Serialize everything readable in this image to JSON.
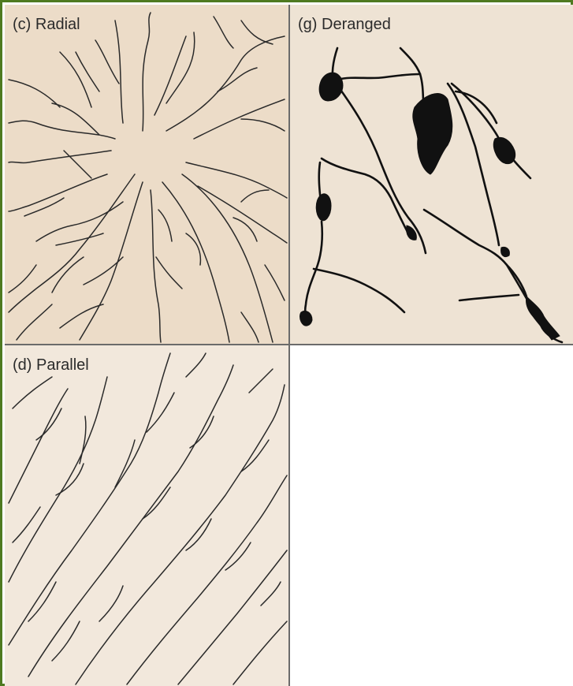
{
  "panels": {
    "radial": {
      "label": "(c) Radial"
    },
    "deranged": {
      "label": "(g) Deranged"
    },
    "parallel": {
      "label": "(d) Parallel"
    }
  },
  "colors": {
    "frame": "#4f7a21",
    "radial_bg": "#ecdcc8",
    "deranged_bg": "#eee3d4",
    "parallel_bg": "#f2e8dc",
    "stream": "#2a2a2a",
    "lake": "#111111"
  }
}
